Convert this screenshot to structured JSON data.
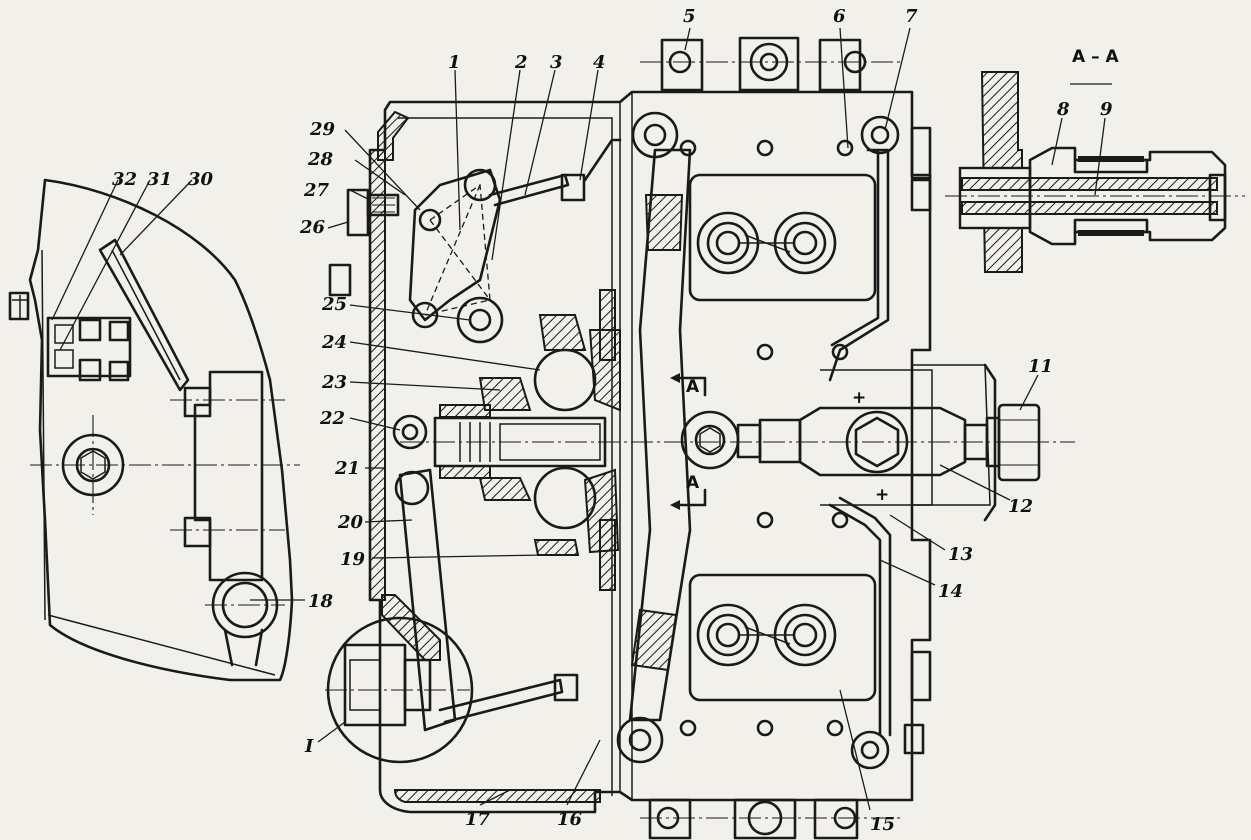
{
  "section_title": "A – A",
  "section_marks": [
    "A",
    "A"
  ],
  "detail_label": "I",
  "callouts": [
    "1",
    "2",
    "3",
    "4",
    "5",
    "6",
    "7",
    "8",
    "9",
    "11",
    "12",
    "13",
    "14",
    "15",
    "16",
    "17",
    "18",
    "19",
    "20",
    "21",
    "22",
    "23",
    "24",
    "25",
    "26",
    "27",
    "28",
    "29",
    "30",
    "31",
    "32"
  ],
  "colors": {
    "paper": "#f2f0ea",
    "ink": "#1a1a1a"
  }
}
